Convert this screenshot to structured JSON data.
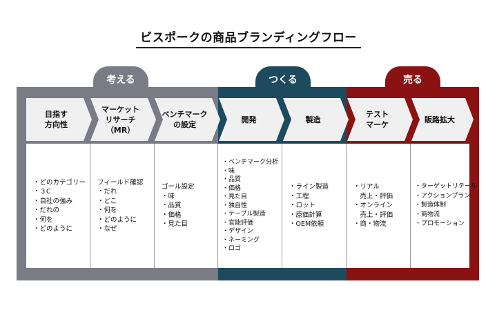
{
  "title": "ビスポークの商品ブランディングフロー",
  "colors": {
    "think": "#7a7b85",
    "make": "#1e4a5e",
    "sell": "#8a1212"
  },
  "phases": [
    {
      "id": "think",
      "label": "考える"
    },
    {
      "id": "make",
      "label": "つくる"
    },
    {
      "id": "sell",
      "label": "売る"
    }
  ],
  "steps": [
    {
      "line1": "目指す",
      "line2": "方向性",
      "line3": ""
    },
    {
      "line1": "マーケット",
      "line2": "リサーチ",
      "line3": "（MR）"
    },
    {
      "line1": "ベンチマーク",
      "line2": "の設定",
      "line3": ""
    },
    {
      "line1": "開発",
      "line2": "",
      "line3": ""
    },
    {
      "line1": "製造",
      "line2": "",
      "line3": ""
    },
    {
      "line1": "テスト",
      "line2": "マーケ",
      "line3": ""
    },
    {
      "line1": "販路拡大",
      "line2": "",
      "line3": ""
    }
  ],
  "details": [
    [
      "・どのカテゴリー",
      "・３C",
      "・自社の強み",
      "・だれの",
      "・何を",
      "・どのように"
    ],
    [
      "フィールド確認",
      "・だれ",
      "・どこ",
      "・何を",
      "・どのように",
      "・なぜ"
    ],
    [
      "ゴール設定",
      "・味",
      "・品質",
      "・価格",
      "・見た目"
    ],
    [
      "・ベンチマーク分析",
      "・味",
      "・品質",
      "・価格",
      "・見た目",
      "・独自性",
      "・テーブル製造",
      "・官能評価",
      "・デザイン",
      "・ネーミング",
      "・ロゴ"
    ],
    [
      "・ライン製造",
      "・工程",
      "・ロット",
      "・原価計算",
      "・OEM依頼"
    ],
    [
      "・リアル",
      "　売上・評価",
      "・オンライン",
      "　売上・評価",
      "・商・物流"
    ],
    [
      "・ターゲットリテール",
      "・アクションプラン",
      "・製造体制",
      "・商物流",
      "・プロモーション"
    ]
  ]
}
